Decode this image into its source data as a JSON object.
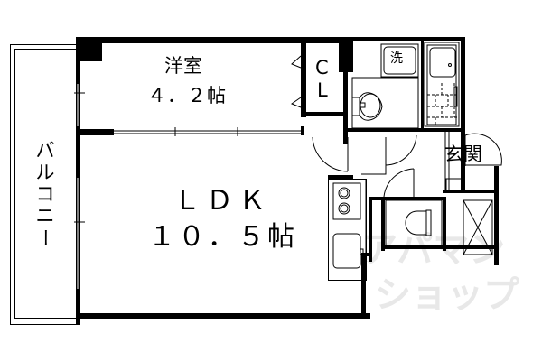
{
  "floor_plan": {
    "rooms": [
      {
        "id": "western-room",
        "name": "洋室",
        "size": "4.2帖",
        "size_display": "４．２帖"
      },
      {
        "id": "ldk",
        "name": "LDK",
        "name_display": "ＬＤＫ",
        "size": "10.5帖",
        "size_display": "１０．５帖"
      },
      {
        "id": "closet",
        "name": "CL",
        "line1": "C",
        "line2": "L"
      },
      {
        "id": "balcony",
        "name": "バルコニー",
        "chars": [
          "バ",
          "ル",
          "コ",
          "ニ",
          "ー"
        ]
      },
      {
        "id": "entrance",
        "name": "玄関"
      },
      {
        "id": "washroom",
        "washer_label": "洗"
      }
    ],
    "colors": {
      "wall": "#000000",
      "background": "#ffffff",
      "watermark": "#e6e6e6"
    }
  },
  "watermark": {
    "line1": "アパマン",
    "line2": "ショップ"
  }
}
